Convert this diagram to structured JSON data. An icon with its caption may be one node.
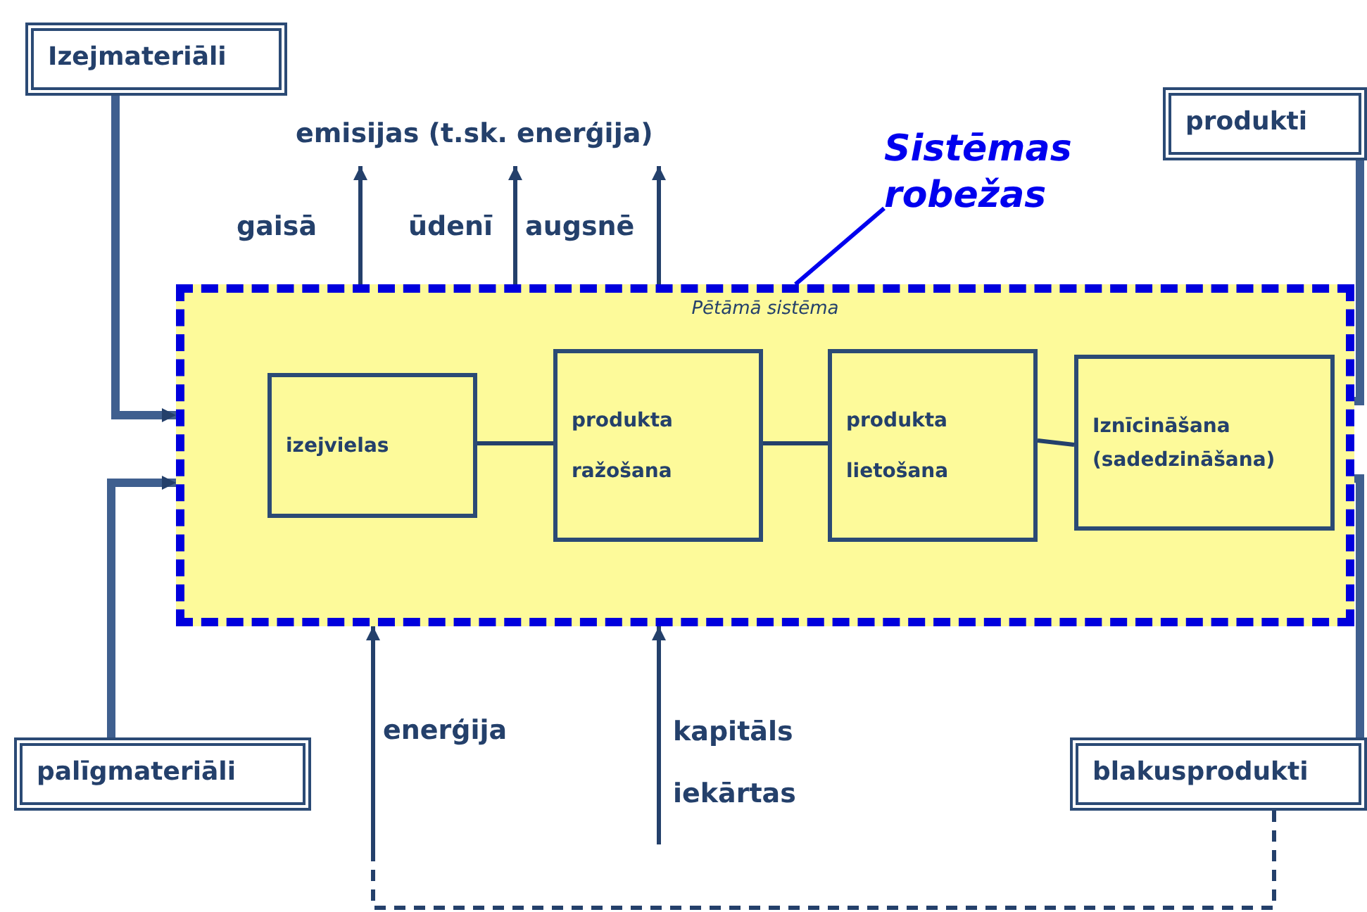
{
  "diagram": {
    "nodes": [
      {
        "text": [
          "Izejmateriāli"
        ]
      },
      {
        "text": [
          "produkti"
        ]
      },
      {
        "text": [
          "Pētāmā sistēma"
        ]
      },
      {
        "text": [
          "izejvielas"
        ],
        "in": 2
      },
      {
        "text": [
          "produkta ražošana"
        ],
        "in": 2
      },
      {
        "text": [
          "produkta lietošana"
        ],
        "in": 2
      },
      {
        "text": [
          "Iznīcināšana (sadedzināšana)"
        ],
        "in": 2
      },
      {
        "text": [
          "palīgmateriāli"
        ]
      },
      {
        "text": [
          "blakusprodukti"
        ]
      },
      {
        "text": [
          "Sistēmas robežas"
        ]
      },
      {
        "text": [
          "emisijas (t.sk. enerģija)"
        ]
      }
    ],
    "edges": [
      {
        "from": 0,
        "to": 2,
        "arrow": "to",
        "style": "thick"
      },
      {
        "from": 7,
        "to": 2,
        "arrow": "to",
        "style": "thick"
      },
      {
        "from": 3,
        "to": 4,
        "arrow": "none"
      },
      {
        "from": 4,
        "to": 5,
        "arrow": "none"
      },
      {
        "from": 5,
        "to": 6,
        "arrow": "none"
      },
      {
        "from": 2,
        "to": 10,
        "arrow": "to",
        "label": "gaisā"
      },
      {
        "from": 2,
        "to": 10,
        "arrow": "to",
        "label": "ūdenī"
      },
      {
        "from": 2,
        "to": 10,
        "arrow": "to",
        "label": "augsnē"
      },
      {
        "from": 8,
        "to": 2,
        "arrow": "to",
        "label": "enerģija",
        "style": "dashed"
      },
      {
        "from": null,
        "to": 2,
        "arrow": "to",
        "label": "kapitāls iekārtas"
      },
      {
        "from": 9,
        "to": 2,
        "arrow": "none",
        "color": "#0000ee"
      },
      {
        "from": 2,
        "to": 1,
        "arrow": "none",
        "style": "thick"
      },
      {
        "from": 2,
        "to": 8,
        "arrow": "none",
        "style": "thick"
      }
    ]
  }
}
